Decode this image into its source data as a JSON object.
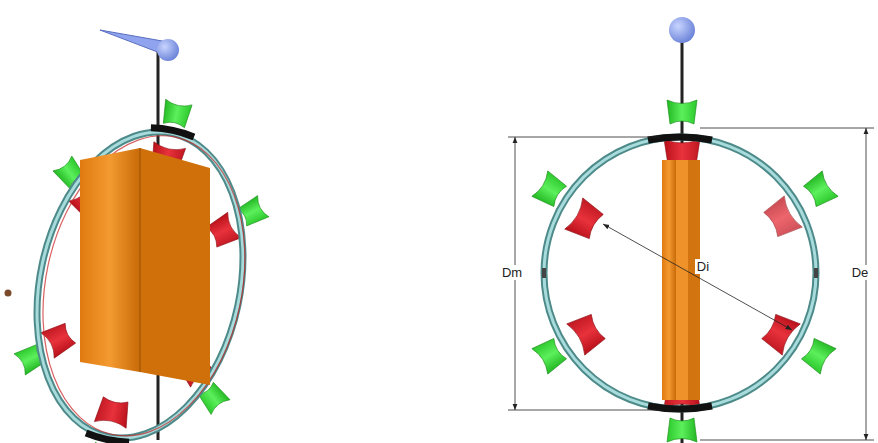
{
  "diagram": {
    "labels": [
      "Dm",
      "Di",
      "De"
    ]
  }
}
